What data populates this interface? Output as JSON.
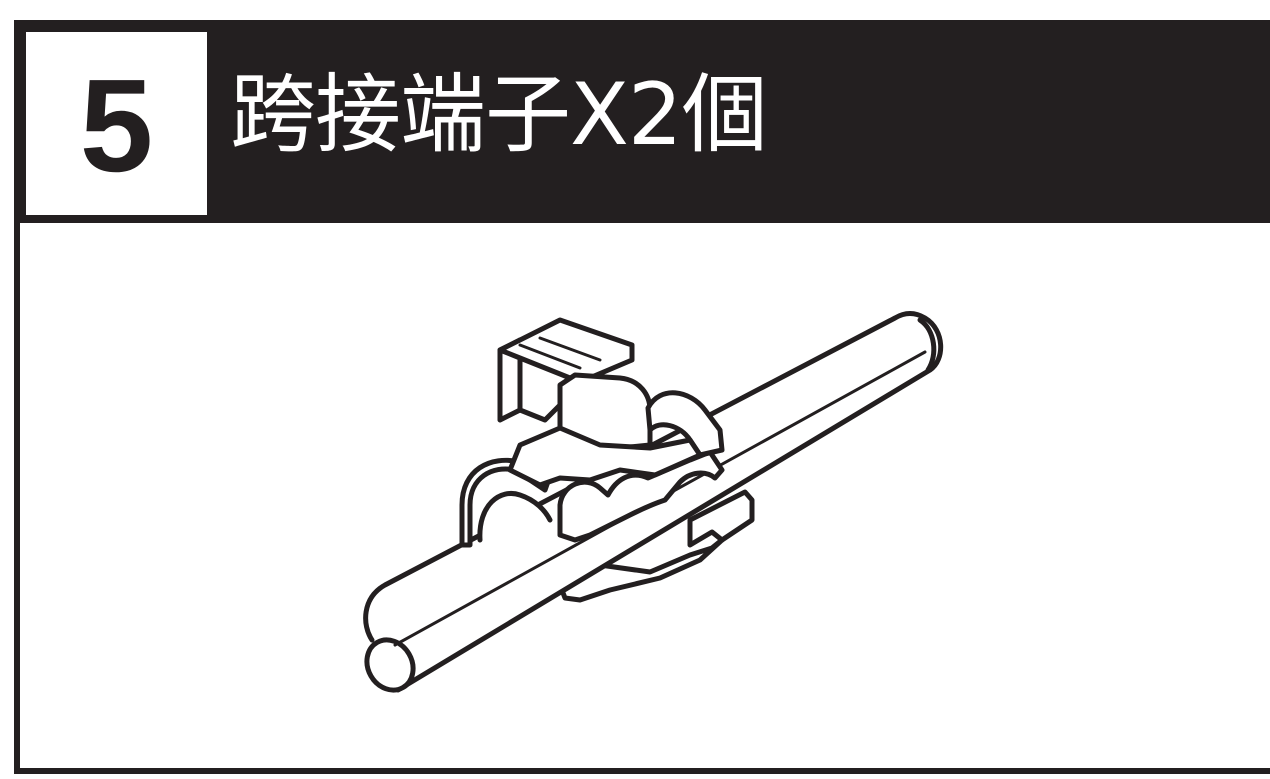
{
  "step": {
    "number": "5",
    "title": "跨接端子X2個"
  },
  "colors": {
    "header_background": "#231f20",
    "header_text": "#ffffff",
    "line_art": "#231f20",
    "background": "#ffffff"
  },
  "illustration": {
    "subject": "jumper-terminal-on-wire"
  }
}
